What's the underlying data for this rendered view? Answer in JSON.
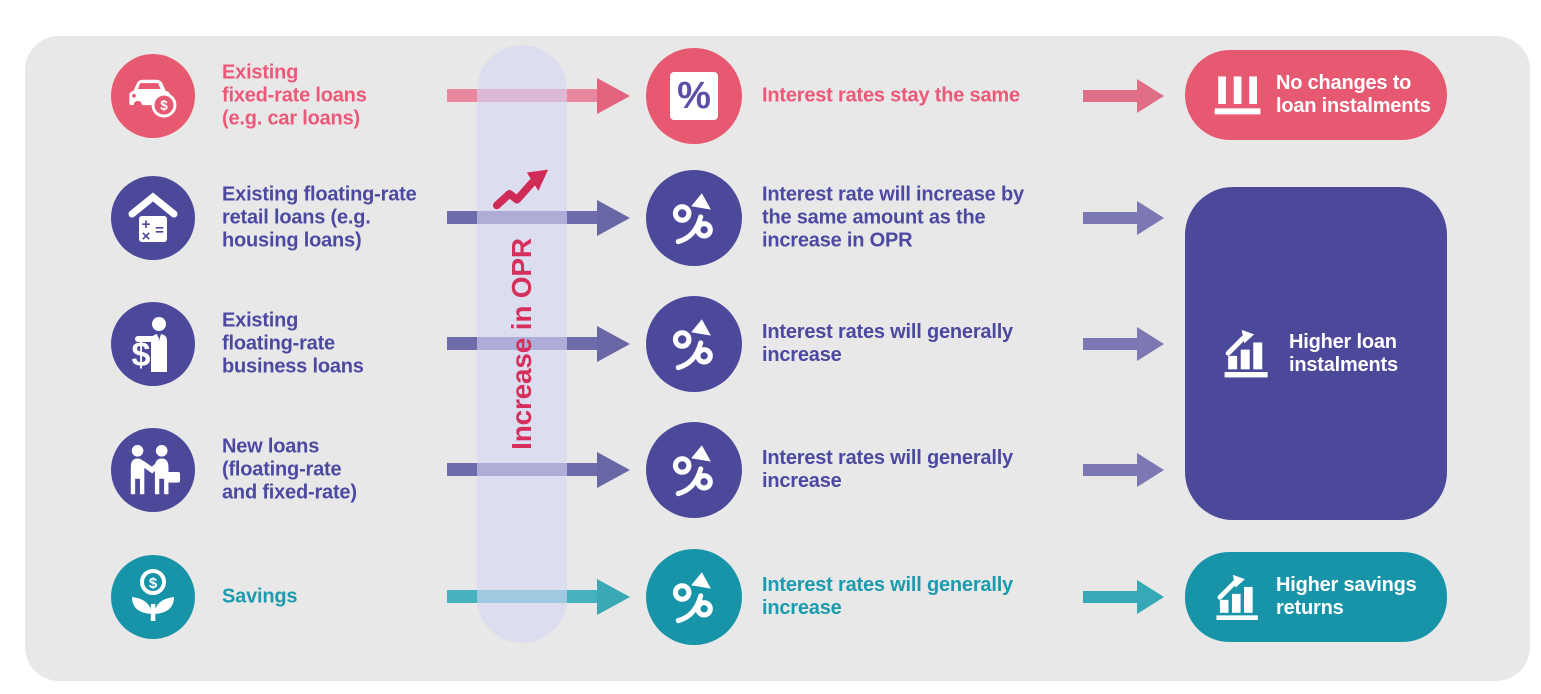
{
  "colors": {
    "card_background": "#E9E8E8",
    "pink": "#E75971",
    "indigo": "#4C499B",
    "teal": "#1894A8",
    "crimson_opr": "#D5305C",
    "band_lavender": "#D5D6F5",
    "white": "#FFFFFF"
  },
  "band": {
    "label": "Increase in OPR"
  },
  "glyphs": {
    "dollar": "$",
    "percent": "%",
    "plus": "+",
    "times": "×",
    "equals": "="
  },
  "rows": [
    {
      "label": "Existing\nfixed-rate loans\n(e.g. car loans)",
      "outcome": "Interest rates stay the same"
    },
    {
      "label": "Existing floating-rate\nretail loans (e.g.\nhousing loans)",
      "outcome": "Interest rate will increase by\nthe same amount as the\nincrease in OPR"
    },
    {
      "label": "Existing\nfloating-rate\nbusiness loans",
      "outcome": "Interest rates will generally\nincrease"
    },
    {
      "label": "New loans\n(floating-rate\nand fixed-rate)",
      "outcome": "Interest rates will generally\nincrease"
    },
    {
      "label": "Savings",
      "outcome": "Interest rates will generally\nincrease"
    }
  ],
  "results": [
    {
      "label": "No changes to\nloan instalments"
    },
    {
      "label": "Higher loan\ninstalments"
    },
    {
      "label": "Higher savings\nreturns"
    }
  ]
}
